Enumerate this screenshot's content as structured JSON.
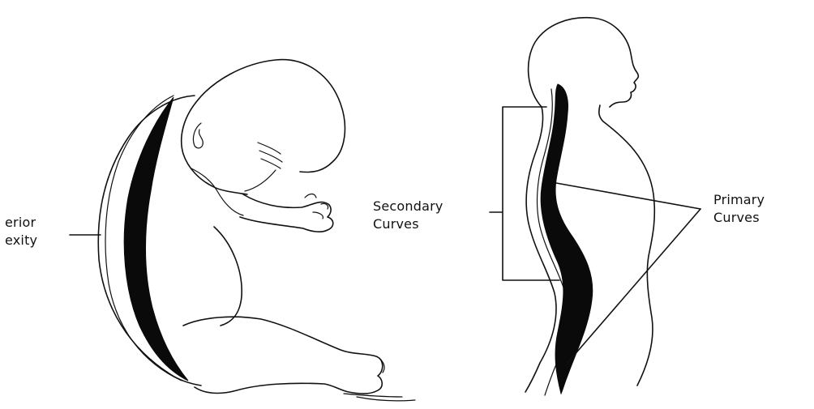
{
  "labels": {
    "anterior_line1": "erior",
    "anterior_line2": "exity",
    "secondary_line1": "Secondary",
    "secondary_line2": "Curves",
    "primary_line1": "Primary",
    "primary_line2": "Curves"
  },
  "colors": {
    "ink": "#111111",
    "spine_fill": "#0a0a0a",
    "background": "#ffffff"
  }
}
